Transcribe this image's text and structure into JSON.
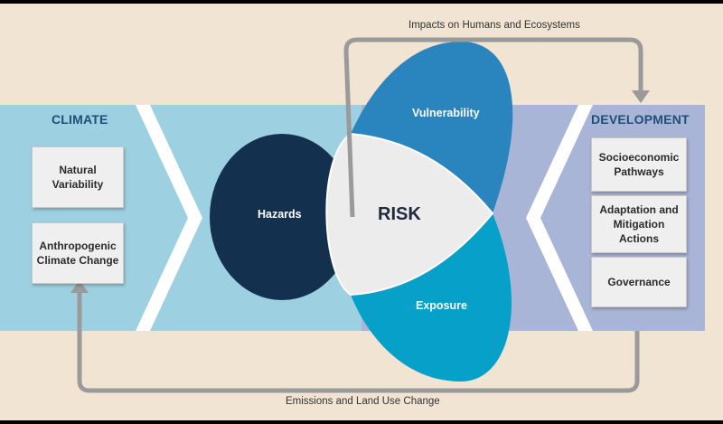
{
  "flows": {
    "top": "Impacts on Humans and Ecosystems",
    "bottom": "Emissions and Land Use Change"
  },
  "climate": {
    "title": "CLIMATE",
    "boxes": [
      "Natural\nVariability",
      "Anthropogenic\nClimate Change"
    ]
  },
  "development": {
    "title": "DEVELOPMENT",
    "boxes": [
      "Socioeconomic\nPathways",
      "Adaptation and\nMitigation\nActions",
      "Governance"
    ]
  },
  "risk": {
    "center": "RISK",
    "hazards": "Hazards",
    "vulnerability": "Vulnerability",
    "exposure": "Exposure"
  },
  "colors": {
    "background": "#f1e4d2",
    "climate_band": "#9dd0e0",
    "development_band": "#a9b5d6",
    "hazards": "#14304f",
    "vulnerability": "#2a84bd",
    "exposure": "#06a0c8",
    "risk_center": "#ececec",
    "arrow": "#9a9a9a"
  }
}
